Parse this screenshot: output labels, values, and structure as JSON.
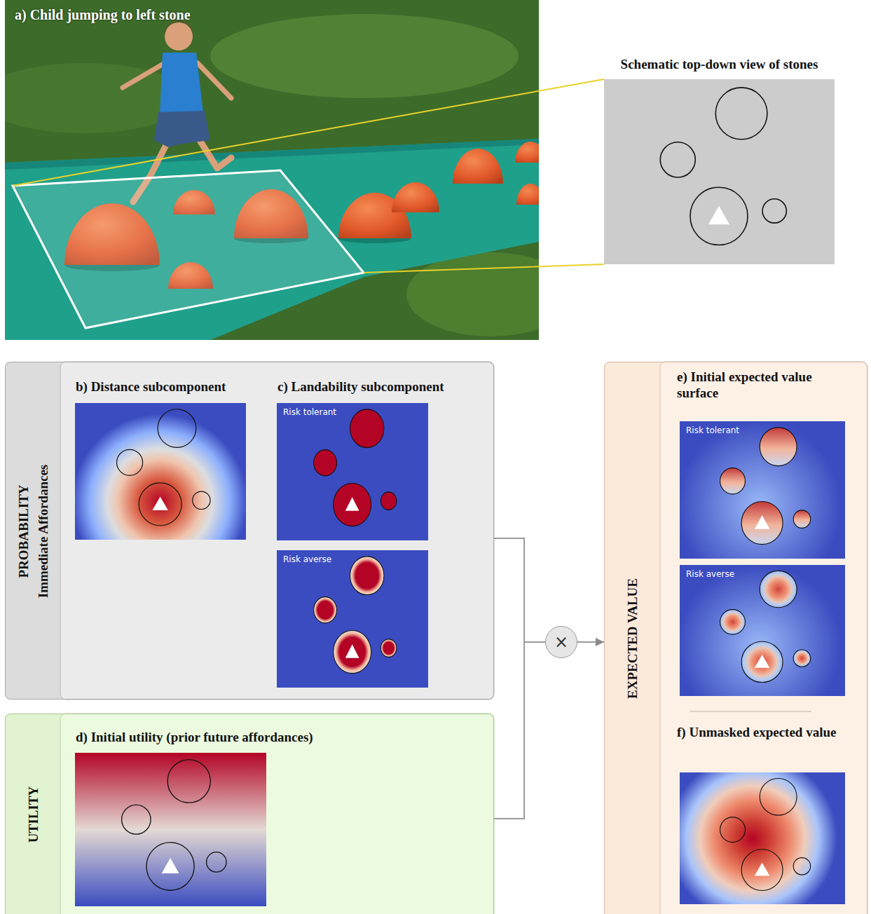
{
  "diagram": {
    "nodes": [
      {
        "text": [
          "a) Child jumping to left stone"
        ]
      },
      {
        "text": [
          "Schematic top-down view of stones"
        ]
      },
      {
        "text": [
          "PROBABILITY",
          "Immediate Affordances"
        ]
      },
      {
        "text": [
          "b) Distance subcomponent"
        ],
        "in": 2
      },
      {
        "text": [
          "c) Landability subcomponent"
        ],
        "in": 2
      },
      {
        "text": [
          "Risk tolerant"
        ],
        "in": 4
      },
      {
        "text": [
          "Risk averse"
        ],
        "in": 4
      },
      {
        "text": [
          "UTILITY"
        ]
      },
      {
        "text": [
          "d) Initial utility (prior future affordances)"
        ],
        "in": 7
      },
      {
        "text": [
          "×"
        ]
      },
      {
        "text": [
          "EXPECTED VALUE"
        ]
      },
      {
        "text": [
          "e) Initial expected value surface"
        ],
        "in": 10
      },
      {
        "text": [
          "Risk tolerant"
        ],
        "in": 11
      },
      {
        "text": [
          "Risk averse"
        ],
        "in": 11
      },
      {
        "text": [
          "f) Unmasked expected value"
        ],
        "in": 10
      }
    ],
    "edges": [
      {
        "from": 0,
        "to": 1,
        "arrow": "none"
      },
      {
        "from": 2,
        "to": 9,
        "arrow": "none"
      },
      {
        "from": 7,
        "to": 9,
        "arrow": "none"
      },
      {
        "from": 9,
        "to": 10,
        "arrow": "to"
      }
    ]
  }
}
